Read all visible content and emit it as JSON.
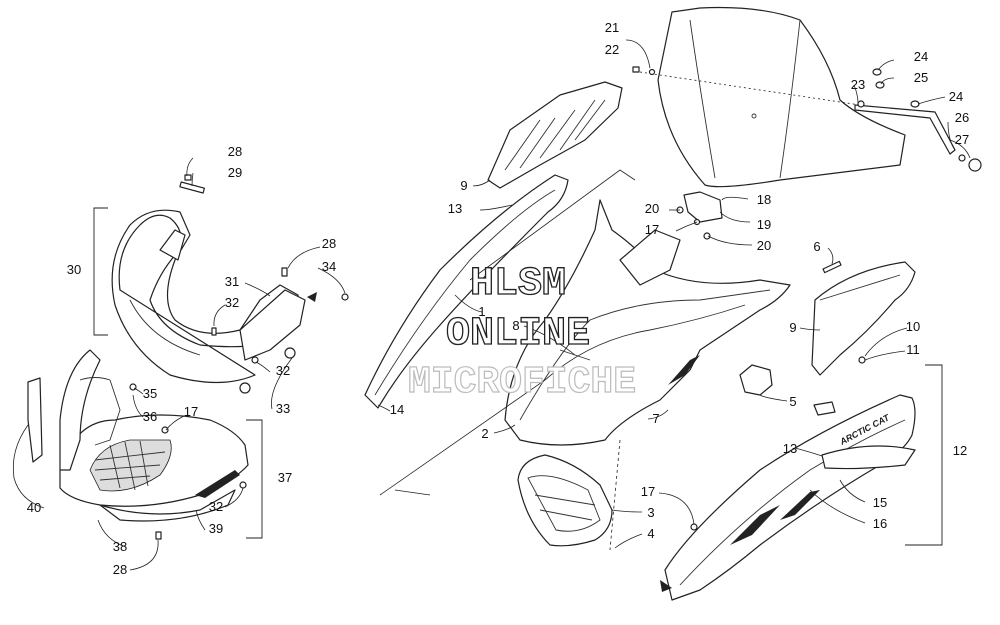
{
  "watermark": {
    "line1": "HLSM",
    "line2": "ONLINE",
    "line3": "MICROFICHE"
  },
  "decal_text": "ARCTIC CAT",
  "callouts": [
    {
      "id": "c21",
      "label": "21"
    },
    {
      "id": "c22",
      "label": "22"
    },
    {
      "id": "c24a",
      "label": "24"
    },
    {
      "id": "c25",
      "label": "25"
    },
    {
      "id": "c23",
      "label": "23"
    },
    {
      "id": "c24b",
      "label": "24"
    },
    {
      "id": "c26",
      "label": "26"
    },
    {
      "id": "c27",
      "label": "27"
    },
    {
      "id": "c28a",
      "label": "28"
    },
    {
      "id": "c29",
      "label": "29"
    },
    {
      "id": "c9a",
      "label": "9"
    },
    {
      "id": "c13a",
      "label": "13"
    },
    {
      "id": "c18",
      "label": "18"
    },
    {
      "id": "c20a",
      "label": "20"
    },
    {
      "id": "c19",
      "label": "19"
    },
    {
      "id": "c17a",
      "label": "17"
    },
    {
      "id": "c20b",
      "label": "20"
    },
    {
      "id": "c30",
      "label": "30"
    },
    {
      "id": "c28b",
      "label": "28"
    },
    {
      "id": "c34",
      "label": "34"
    },
    {
      "id": "c31",
      "label": "31"
    },
    {
      "id": "c32a",
      "label": "32"
    },
    {
      "id": "c6",
      "label": "6"
    },
    {
      "id": "c1",
      "label": "1"
    },
    {
      "id": "c8",
      "label": "8"
    },
    {
      "id": "c9b",
      "label": "9"
    },
    {
      "id": "c10",
      "label": "10"
    },
    {
      "id": "c11",
      "label": "11"
    },
    {
      "id": "c32b",
      "label": "32"
    },
    {
      "id": "c35",
      "label": "35"
    },
    {
      "id": "c33",
      "label": "33"
    },
    {
      "id": "c36",
      "label": "36"
    },
    {
      "id": "c17b",
      "label": "17"
    },
    {
      "id": "c14",
      "label": "14"
    },
    {
      "id": "c5",
      "label": "5"
    },
    {
      "id": "c2",
      "label": "2"
    },
    {
      "id": "c7",
      "label": "7"
    },
    {
      "id": "c13b",
      "label": "13"
    },
    {
      "id": "c12",
      "label": "12"
    },
    {
      "id": "c37",
      "label": "37"
    },
    {
      "id": "c17c",
      "label": "17"
    },
    {
      "id": "c15",
      "label": "15"
    },
    {
      "id": "c40",
      "label": "40"
    },
    {
      "id": "c32c",
      "label": "32"
    },
    {
      "id": "c3",
      "label": "3"
    },
    {
      "id": "c16",
      "label": "16"
    },
    {
      "id": "c39",
      "label": "39"
    },
    {
      "id": "c4",
      "label": "4"
    },
    {
      "id": "c38",
      "label": "38"
    },
    {
      "id": "c28c",
      "label": "28"
    }
  ]
}
